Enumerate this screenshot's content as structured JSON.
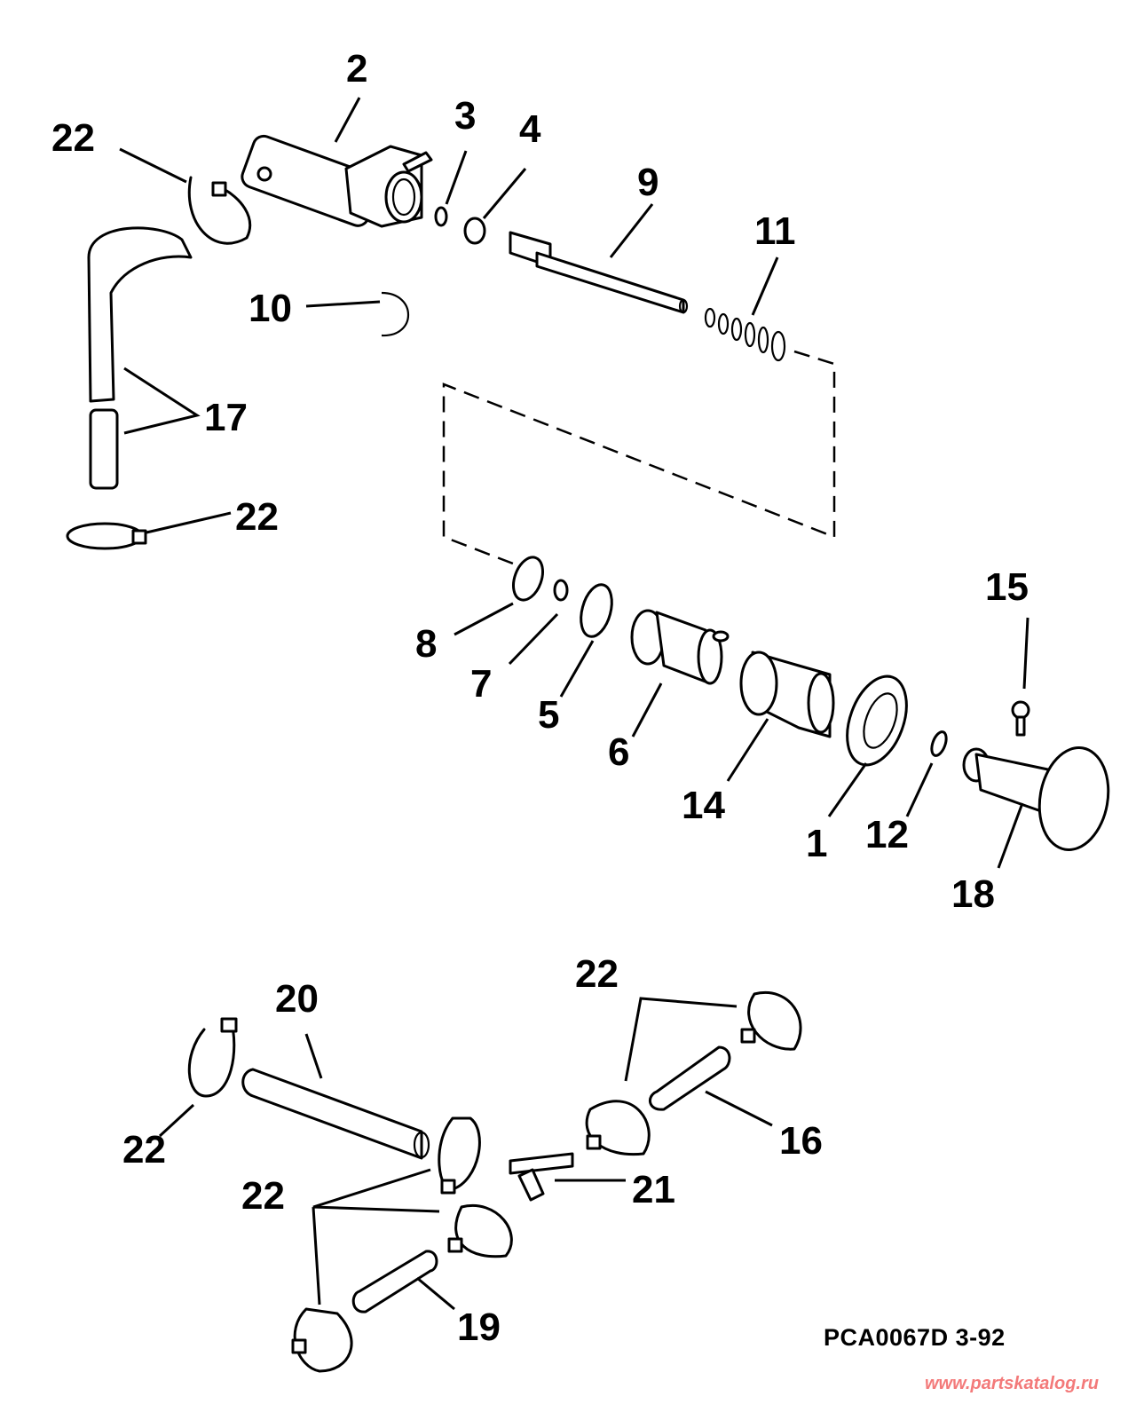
{
  "diagram": {
    "callouts": {
      "c1": "1",
      "c2": "2",
      "c3": "3",
      "c4": "4",
      "c5": "5",
      "c6": "6",
      "c7": "7",
      "c8": "8",
      "c9": "9",
      "c10": "10",
      "c11": "11",
      "c12": "12",
      "c14": "14",
      "c15": "15",
      "c16": "16",
      "c17": "17",
      "c18": "18",
      "c19": "19",
      "c20": "20",
      "c21": "21",
      "c22": "22"
    },
    "drawing_code": "PCA0067D  3-92",
    "watermark": "www.partskatalog.ru",
    "colors": {
      "line": "#000000",
      "watermark": "#f37a7a"
    }
  }
}
